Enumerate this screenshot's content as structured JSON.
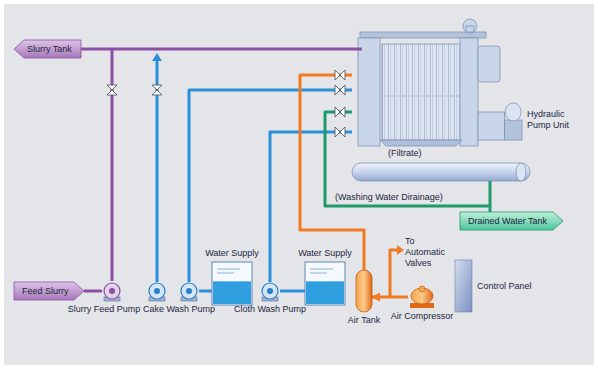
{
  "diagram": {
    "nodes": [
      {
        "text": [
          "Slurry Tank"
        ]
      },
      {
        "text": [
          "Feed Slurry"
        ]
      },
      {
        "text": [
          "Slurry Feed Pump"
        ]
      },
      {
        "text": [
          "Cake Wash Pump"
        ]
      },
      {
        "text": [
          "Water Supply"
        ]
      },
      {
        "text": [
          "Cloth Wash Pump"
        ]
      },
      {
        "text": [
          "Water Supply"
        ]
      },
      {
        "text": [
          "Air Tank"
        ]
      },
      {
        "text": [
          "Air Compressor"
        ]
      },
      {
        "text": [
          "Control Panel"
        ]
      },
      {
        "text": [
          "Hydraulic Pump Unit"
        ]
      },
      {
        "text": [
          "Drained Water Tank"
        ]
      }
    ],
    "edges": [
      {
        "from": 1,
        "to": 2,
        "arrow": "none"
      },
      {
        "from": 4,
        "to": 3,
        "arrow": "none"
      },
      {
        "from": 6,
        "to": 5,
        "arrow": "none"
      },
      {
        "from": 8,
        "to": 7,
        "arrow": "to"
      },
      {
        "from": 2,
        "to": 0,
        "arrow": "none"
      }
    ],
    "labels": [
      "(Filtrate)",
      "(Washing Water Dirainage)",
      "To Automatic Valves"
    ]
  }
}
